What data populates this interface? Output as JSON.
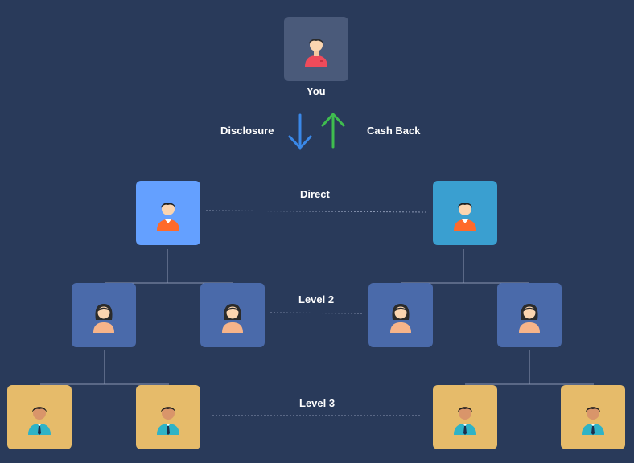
{
  "labels": {
    "you": "You",
    "disclosure": "Disclosure",
    "cash_back": "Cash Back",
    "direct": "Direct",
    "level2": "Level 2",
    "level3": "Level 3"
  },
  "colors": {
    "background": "#293a5a",
    "you_box": "#4a5a7a",
    "direct_left": "#64a0ff",
    "direct_right": "#3a9fd0",
    "level2_box": "#4a6aaa",
    "level3_box": "#e6bb6a",
    "arrow_down": "#3a88e8",
    "arrow_up": "#3fbd4f",
    "connector": "#8a97b3"
  },
  "icons": {
    "you": "person-man-red-shirt-icon",
    "direct": "person-man-orange-shirt-icon",
    "level2": "person-woman-icon",
    "level3": "person-man-teal-shirt-tie-icon",
    "disclosure": "arrow-down-icon",
    "cash_back": "arrow-up-icon"
  }
}
